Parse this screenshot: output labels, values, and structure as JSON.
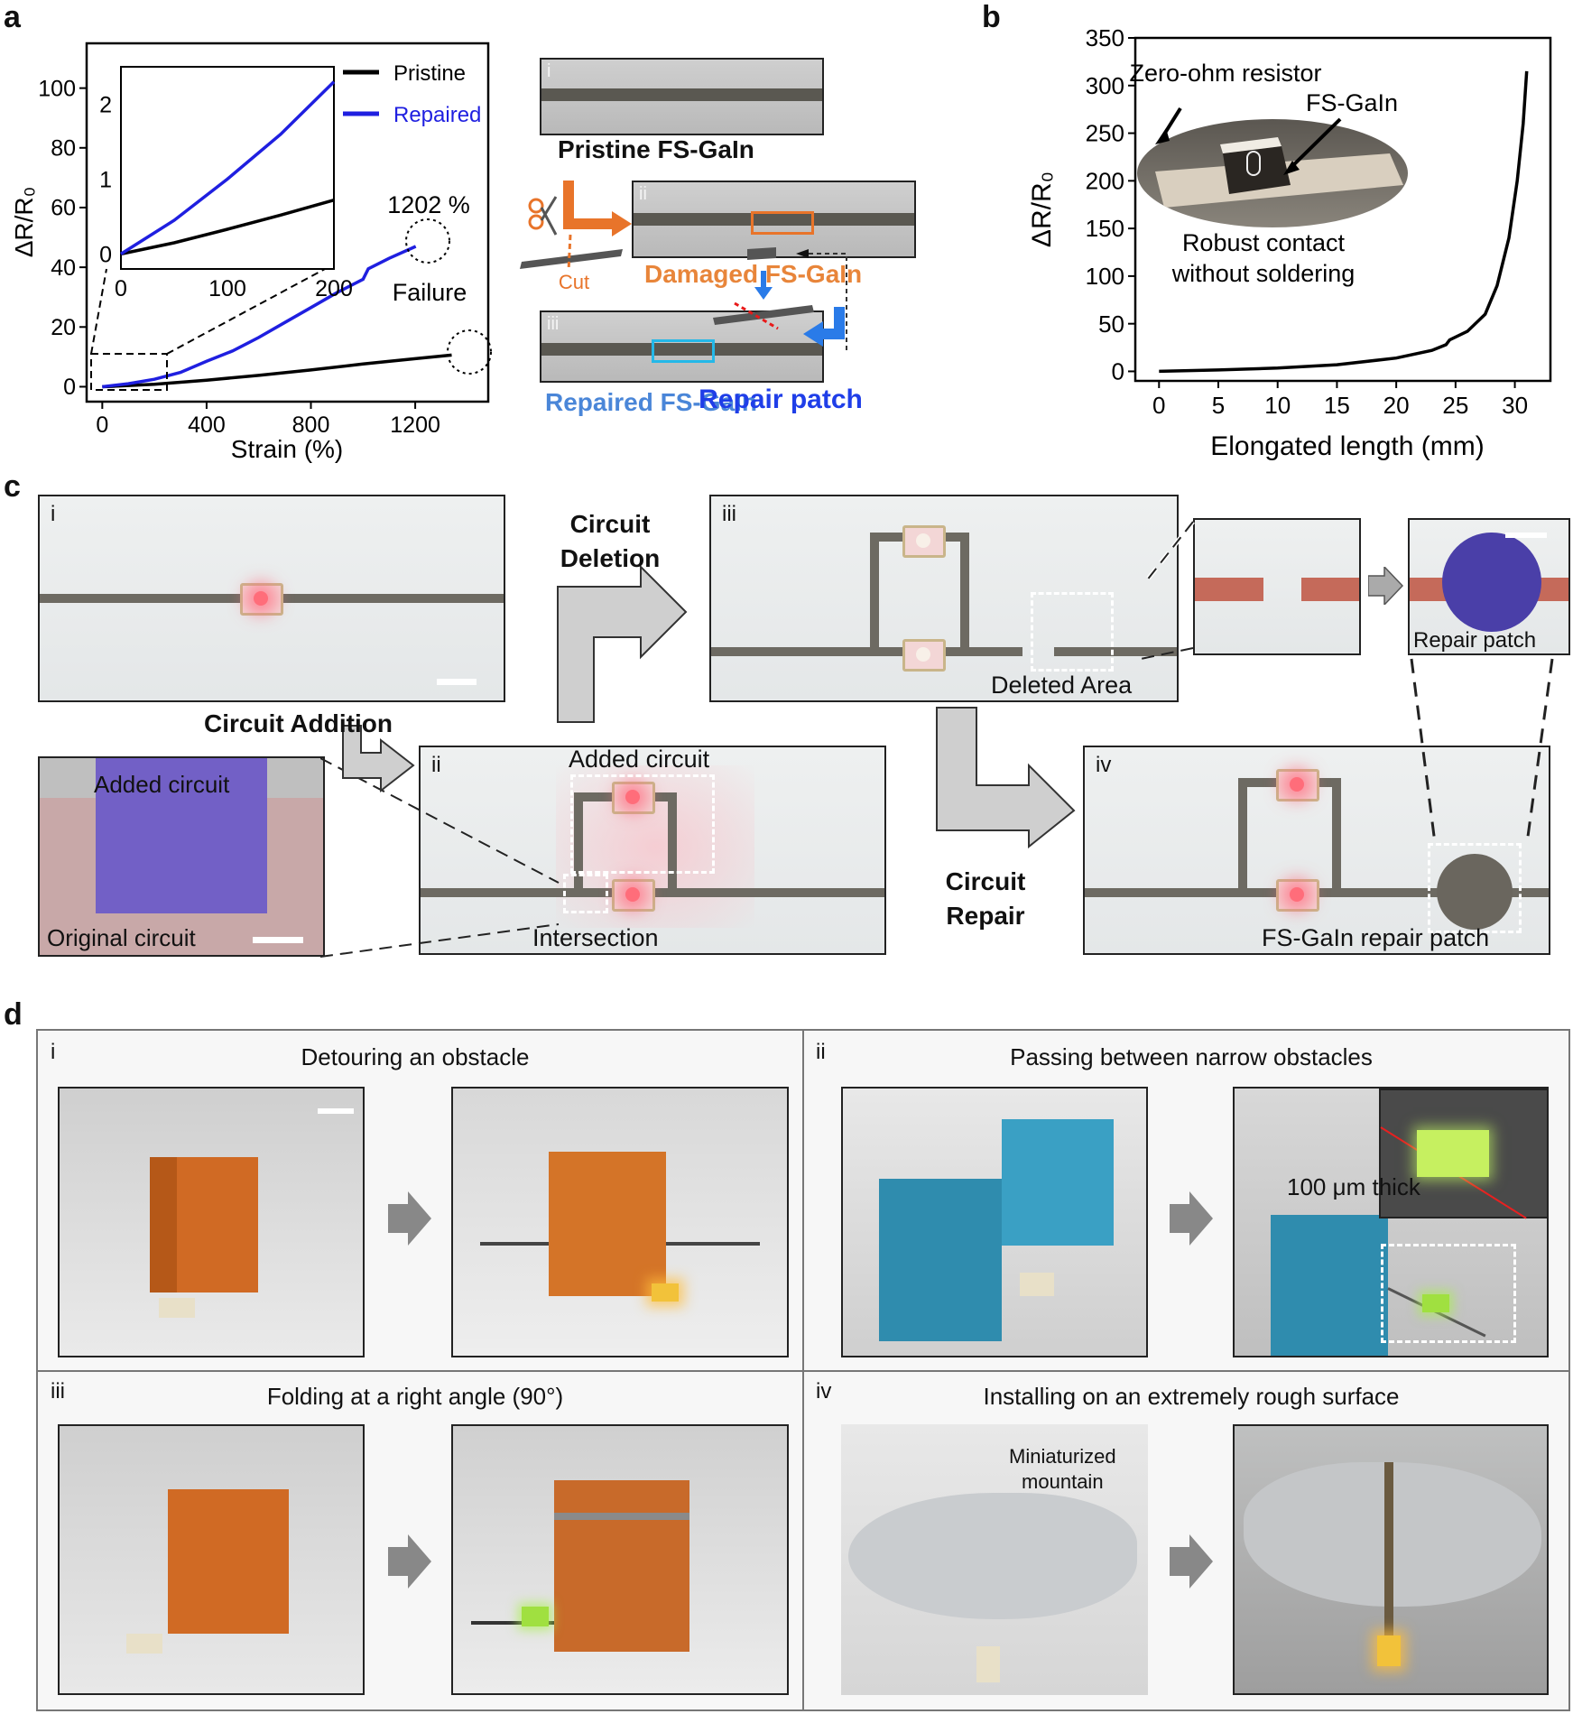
{
  "panel_labels": {
    "a": "a",
    "b": "b",
    "c": "c",
    "d": "d"
  },
  "panel_a": {
    "chart_data": {
      "type": "line",
      "xlabel": "Strain (%)",
      "ylabel": "ΔR/R₀",
      "xlim": [
        -60,
        1480
      ],
      "ylim": [
        -5,
        115
      ],
      "xticks": [
        0,
        400,
        800,
        1200
      ],
      "yticks": [
        0,
        20,
        40,
        60,
        80,
        100
      ],
      "legend_position": "top-right",
      "series": [
        {
          "name": "Pristine",
          "color": "#000000",
          "x": [
            0,
            200,
            400,
            600,
            800,
            1000,
            1200,
            1340
          ],
          "y": [
            0,
            0.8,
            2.2,
            3.8,
            5.6,
            7.6,
            9.4,
            10.6
          ]
        },
        {
          "name": "Repaired",
          "color": "#1f1fe0",
          "x": [
            0,
            100,
            200,
            300,
            400,
            500,
            600,
            700,
            800,
            900,
            1000,
            1020,
            1100,
            1202
          ],
          "y": [
            0,
            1.0,
            2.5,
            4.8,
            8.5,
            12.0,
            16.5,
            21.5,
            26.5,
            31.5,
            36.0,
            39.5,
            43.0,
            47.0
          ]
        }
      ],
      "annotations": [
        "1202 %",
        "Failure"
      ],
      "inset": {
        "xlim": [
          0,
          200
        ],
        "ylim": [
          -0.2,
          2.5
        ],
        "xticks": [
          0,
          100,
          200
        ],
        "yticks": [
          0,
          1,
          2
        ],
        "series": [
          {
            "name": "Pristine",
            "x": [
              0,
              50,
              100,
              150,
              200
            ],
            "y": [
              0,
              0.15,
              0.33,
              0.52,
              0.72
            ]
          },
          {
            "name": "Repaired",
            "x": [
              0,
              50,
              100,
              150,
              200
            ],
            "y": [
              0,
              0.45,
              1.0,
              1.6,
              2.3
            ]
          }
        ]
      }
    },
    "schematic": {
      "pristine": "Pristine FS-GaIn",
      "damaged": "Damaged FS-GaIn",
      "repaired": "Repaired FS-GaIn",
      "cut": "Cut",
      "repair_patch": "Repair patch",
      "roman": [
        "i",
        "ii",
        "iii"
      ]
    }
  },
  "panel_b": {
    "chart_data": {
      "type": "line",
      "xlabel": "Elongated length (mm)",
      "ylabel": "ΔR/R₀",
      "xlim": [
        -2,
        33
      ],
      "ylim": [
        -10,
        350
      ],
      "xticks": [
        0,
        5,
        10,
        15,
        20,
        25,
        30
      ],
      "yticks": [
        0,
        50,
        100,
        150,
        200,
        250,
        300,
        350
      ],
      "series": [
        {
          "name": "",
          "color": "#000000",
          "x": [
            0,
            5,
            10,
            15,
            20,
            23,
            24.2,
            24.5,
            26,
            27.5,
            28.5,
            29.5,
            30.2,
            30.7,
            31
          ],
          "y": [
            0,
            1.5,
            3.5,
            7,
            14,
            22,
            28,
            33,
            42,
            60,
            90,
            140,
            200,
            260,
            315
          ]
        }
      ],
      "annotations": [
        "Zero-ohm resistor",
        "FS-GaIn",
        "Robust contact",
        "without soldering"
      ]
    }
  },
  "panel_c": {
    "roman": [
      "i",
      "ii",
      "iii",
      "iv"
    ],
    "circuit_deletion": [
      "Circuit",
      "Deletion"
    ],
    "circuit_addition": "Circuit Addition",
    "circuit_repair": [
      "Circuit",
      "Repair"
    ],
    "added_circuit": "Added circuit",
    "original_circuit": "Original circuit",
    "intersection": "Intersection",
    "deleted_area": "Deleted Area",
    "repair_patch": "Repair patch",
    "fs_repair_patch": "FS-GaIn repair patch"
  },
  "panel_d": {
    "cells": [
      {
        "roman": "i",
        "title": "Detouring an obstacle"
      },
      {
        "roman": "ii",
        "title": "Passing between narrow obstacles"
      },
      {
        "roman": "iii",
        "title": "Folding at a right angle (90°)"
      },
      {
        "roman": "iv",
        "title": "Installing on an extremely rough surface"
      }
    ],
    "thickness": "100 μm thick",
    "mountain": [
      "Miniaturized",
      "mountain"
    ]
  }
}
